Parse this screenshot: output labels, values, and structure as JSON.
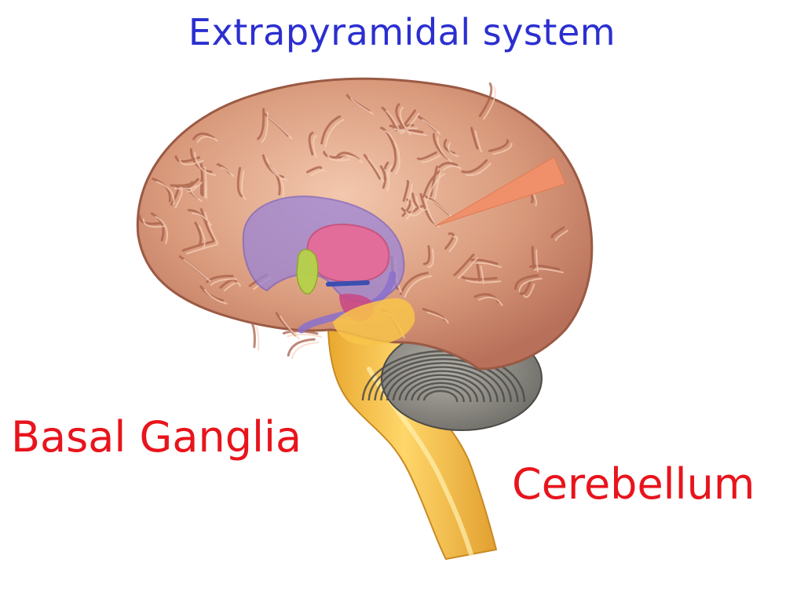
{
  "title": "Extrapyramidal system",
  "labels": {
    "basal_ganglia": "Basal Ganglia",
    "cerebellum": "Cerebellum"
  },
  "colors": {
    "title": "#2b2fd0",
    "label": "#e8141c",
    "cortex": "#d8987a",
    "cortex_dark": "#a8604a",
    "cortex_light": "#f0c0a4",
    "caudate": "#9a84d6",
    "putamen": "#e86a96",
    "globus_pallidus": "#b6d24a",
    "brainstem": "#f5c24a",
    "brainstem_dark": "#d79a2a",
    "cerebellum": "#8e8c86",
    "cerebellum_dark": "#5c5a56",
    "pointer": "#f0906a"
  },
  "icons": [
    "brain-illustration"
  ]
}
